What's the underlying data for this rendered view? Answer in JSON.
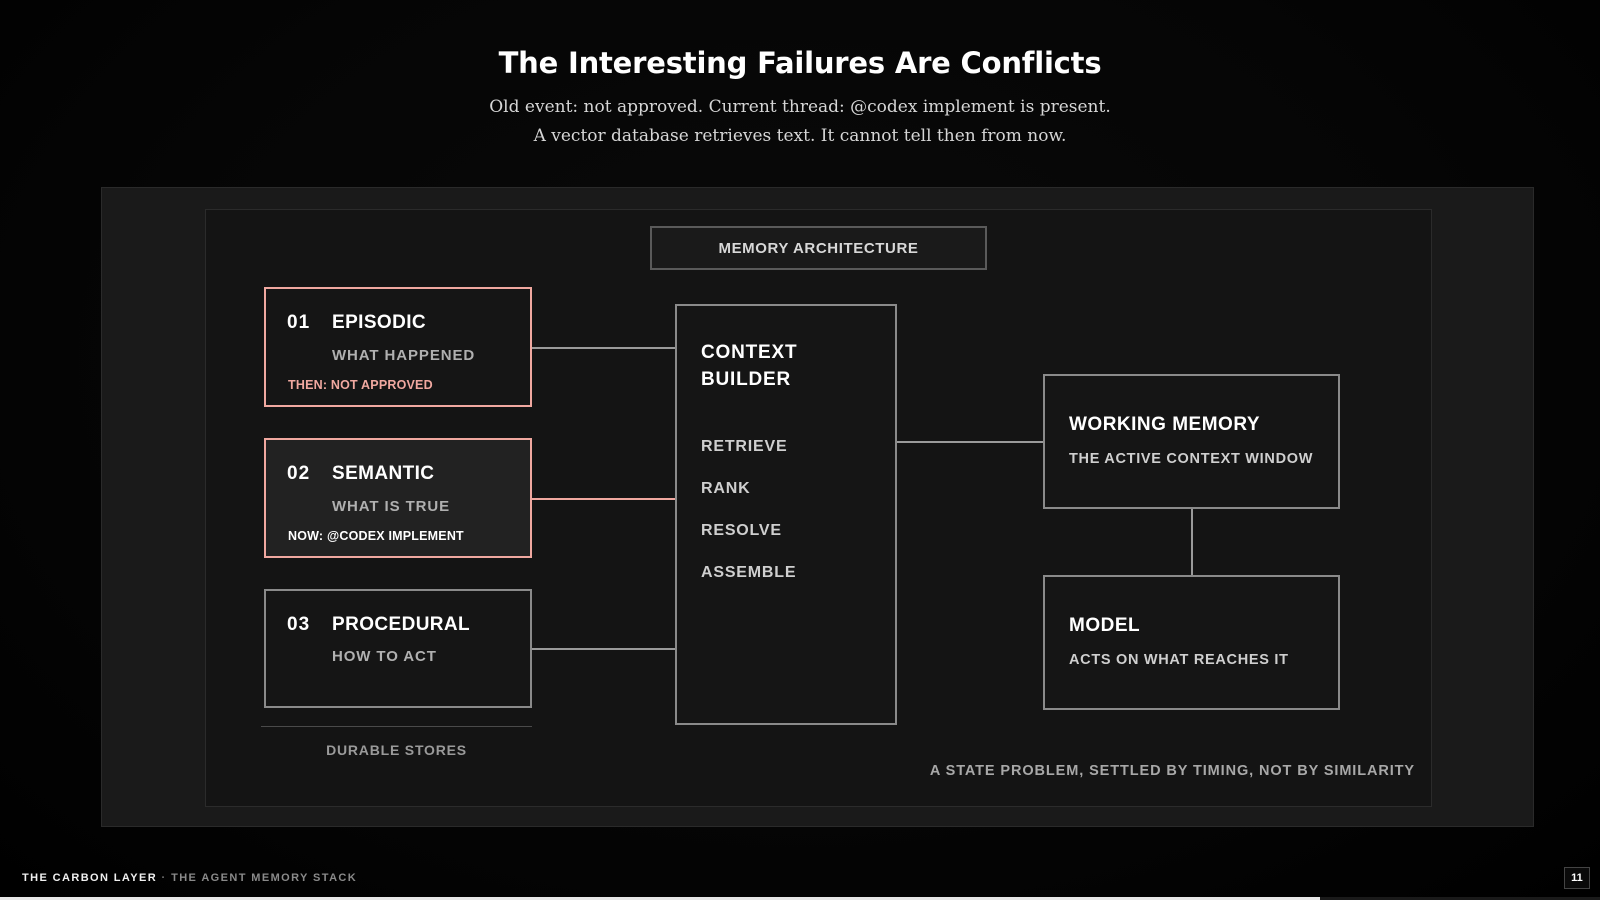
{
  "slide": {
    "title": "The Interesting Failures Are Conflicts",
    "subtitle_lines": [
      "Old event: not approved. Current thread: @codex implement is present.",
      "A vector database retrieves text. It cannot tell then from now."
    ]
  },
  "diagram": {
    "label": "MEMORY ARCHITECTURE",
    "stores": [
      {
        "num": "01",
        "name": "EPISODIC",
        "desc": "WHAT HAPPENED",
        "note": "THEN: NOT APPROVED",
        "highlight": "pink"
      },
      {
        "num": "02",
        "name": "SEMANTIC",
        "desc": "WHAT IS TRUE",
        "note": "NOW: @CODEX IMPLEMENT",
        "highlight": "pink"
      },
      {
        "num": "03",
        "name": "PROCEDURAL",
        "desc": "HOW TO ACT",
        "note": ""
      }
    ],
    "stores_caption": "DURABLE STORES",
    "context_builder": {
      "title_lines": [
        "CONTEXT",
        "BUILDER"
      ],
      "steps": [
        "RETRIEVE",
        "RANK",
        "RESOLVE",
        "ASSEMBLE"
      ]
    },
    "working_memory": {
      "title": "WORKING MEMORY",
      "desc": "THE ACTIVE CONTEXT WINDOW"
    },
    "model": {
      "title": "MODEL",
      "desc": "ACTS ON WHAT REACHES IT"
    },
    "caption": "A STATE PROBLEM, SETTLED BY TIMING, NOT BY SIMILARITY"
  },
  "footer": {
    "brand": "THE CARBON LAYER",
    "separator": "·",
    "section": "THE AGENT MEMORY STACK",
    "page": "11",
    "progress": 0.825
  },
  "colors": {
    "accent_pink": "#f0a8a0",
    "background": "#050505",
    "panel": "#1a1a1a"
  }
}
